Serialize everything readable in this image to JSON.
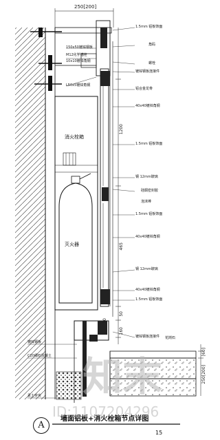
{
  "dimensions": {
    "top_width": "250[200]",
    "segment_upper": "1200",
    "segment_lower": "465",
    "small_a": "50",
    "small_b": "160",
    "small_c": "30",
    "right_a": "[60]",
    "right_b": "250[200]"
  },
  "labels": {
    "r1": "1.5mm 铝板饰面",
    "r2": "角码",
    "r3": "螺栓",
    "r4": "镀锌钢板连接件",
    "r5": "铝合金龙骨",
    "r6": "40x40镀锌角钢",
    "r7": "1.5mm 铝板饰面",
    "r8": "钢 12mm玻璃",
    "r9": "硅酮密封胶",
    "r10": "泡沫棒",
    "r11": "1.5mm 铝板饰面",
    "r12": "40x40镀锌角钢",
    "r13": "钢 12mm玻璃",
    "r14": "40x40镀锌角钢",
    "r15": "1.5mm 铝板饰面",
    "r16": "镀锌钢板连接件",
    "r17": "花岗石",
    "l1": "150x50镀锌钢板",
    "l2": "M12化学锚栓",
    "l3": "10x10镀锌角钢",
    "l4": "L50x5镀锌角钢",
    "l5": "消火栓箱",
    "l6": "灭火器",
    "l7": "镀锌钢板",
    "l8": "C20细石混凝土",
    "l9": "素土夯实"
  },
  "title": "墙面铝板+消火栓箱节点详图",
  "scale": "15",
  "section_mark": "A",
  "watermark": {
    "logo": "知末",
    "id": "ID:1107204296"
  }
}
